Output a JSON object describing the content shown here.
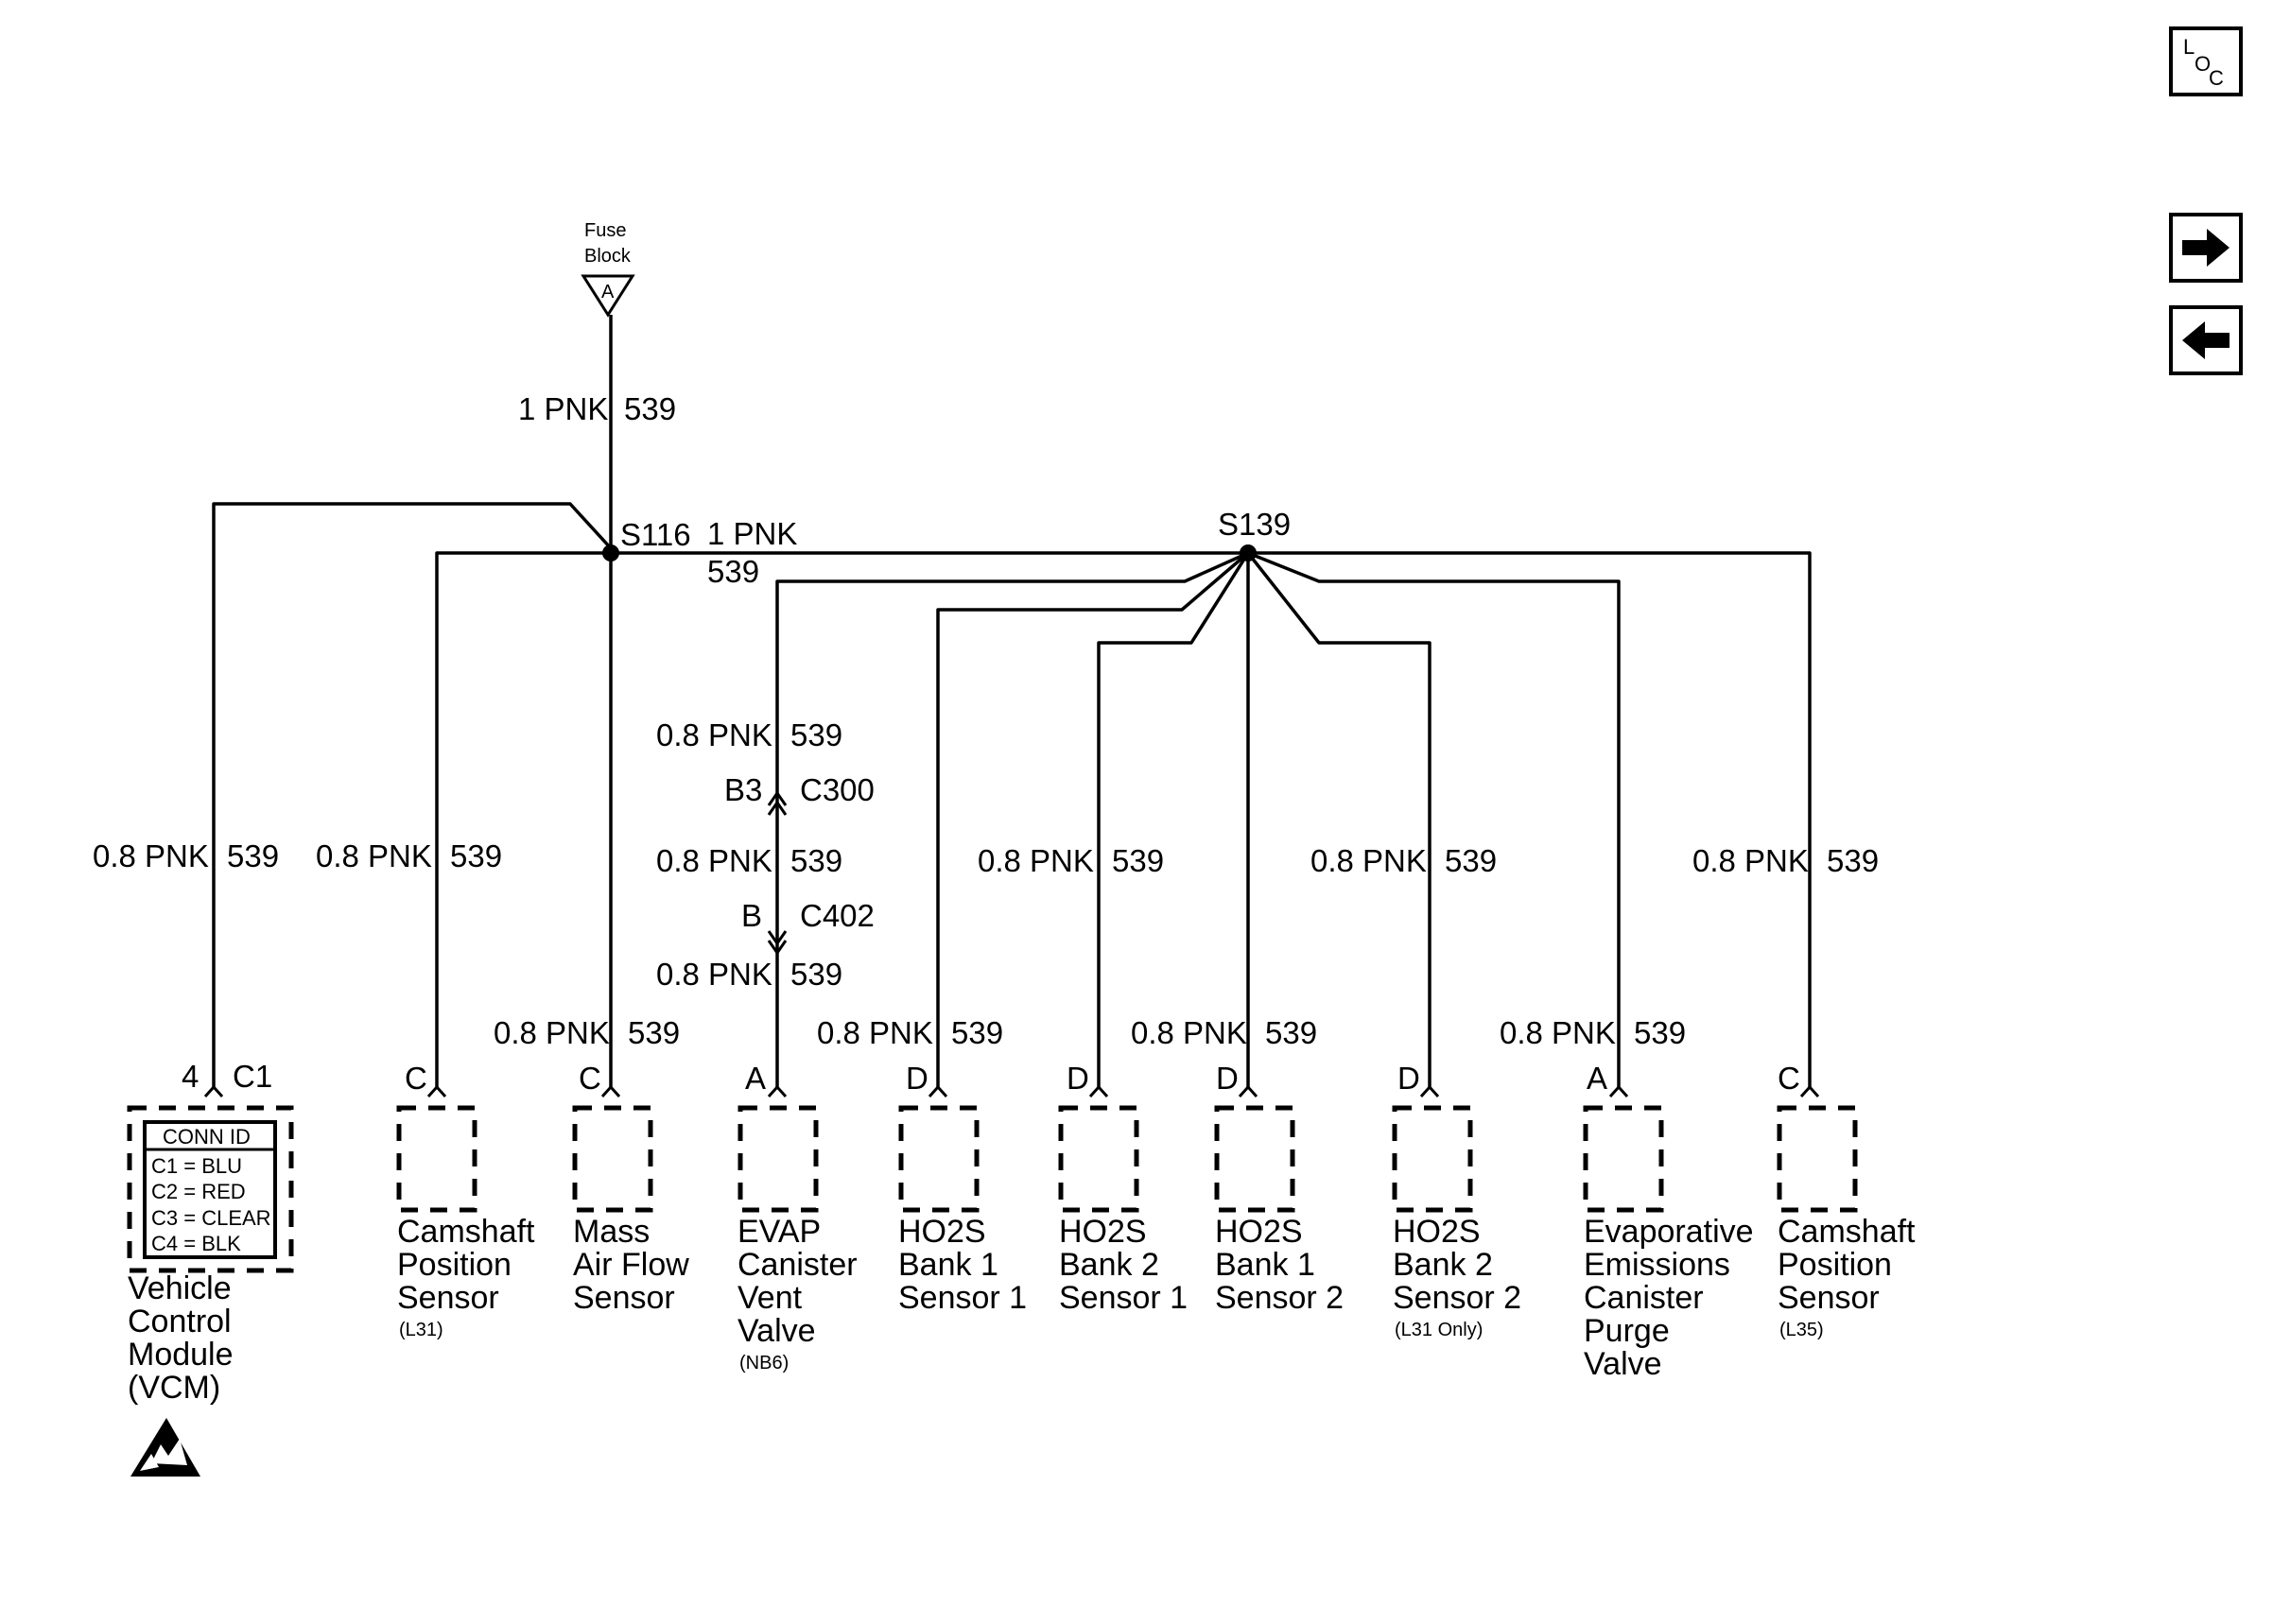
{
  "fuse": {
    "line1": "Fuse",
    "line2": "Block",
    "terminal": "A"
  },
  "main_wire": {
    "gauge_color": "1 PNK",
    "circuit": "539"
  },
  "splices": {
    "s116": "S116",
    "s139": "S139"
  },
  "bus_wire": {
    "gauge_color": "1 PNK",
    "circuit": "539"
  },
  "branch_wire": {
    "gauge_color": "0.8 PNK",
    "circuit": "539"
  },
  "connectors": {
    "c300": {
      "pin": "B3",
      "name": "C300"
    },
    "c402": {
      "pin": "B",
      "name": "C402"
    }
  },
  "vcm": {
    "pin": "4",
    "connector": "C1",
    "conn_id_title": "CONN ID",
    "conn_id_rows": [
      "C1 = BLU",
      "C2 = RED",
      "C3 = CLEAR",
      "C4 = BLK"
    ],
    "name_lines": [
      "Vehicle",
      "Control",
      "Module",
      "(VCM)"
    ],
    "esd_icon": "esd-warning-icon"
  },
  "components": [
    {
      "pin": "C",
      "name_lines": [
        "Camshaft",
        "Position",
        "Sensor"
      ],
      "note": "(L31)"
    },
    {
      "pin": "C",
      "name_lines": [
        "Mass",
        "Air Flow",
        "Sensor"
      ],
      "note": ""
    },
    {
      "pin": "A",
      "name_lines": [
        "EVAP",
        "Canister",
        "Vent",
        "Valve"
      ],
      "note": "(NB6)"
    },
    {
      "pin": "D",
      "name_lines": [
        "HO2S",
        "Bank 1",
        "Sensor 1"
      ],
      "note": ""
    },
    {
      "pin": "D",
      "name_lines": [
        "HO2S",
        "Bank 2",
        "Sensor 1"
      ],
      "note": ""
    },
    {
      "pin": "D",
      "name_lines": [
        "HO2S",
        "Bank 1",
        "Sensor 2"
      ],
      "note": ""
    },
    {
      "pin": "D",
      "name_lines": [
        "HO2S",
        "Bank 2",
        "Sensor 2"
      ],
      "note": "(L31 Only)"
    },
    {
      "pin": "A",
      "name_lines": [
        "Evaporative",
        "Emissions",
        "Canister",
        "Purge",
        "Valve"
      ],
      "note": ""
    },
    {
      "pin": "C",
      "name_lines": [
        "Camshaft",
        "Position",
        "Sensor"
      ],
      "note": "(L35)"
    }
  ],
  "nav": {
    "loc": {
      "l": "L",
      "o": "O",
      "c": "C"
    },
    "forward_icon": "arrow-right-icon",
    "back_icon": "arrow-left-icon"
  }
}
